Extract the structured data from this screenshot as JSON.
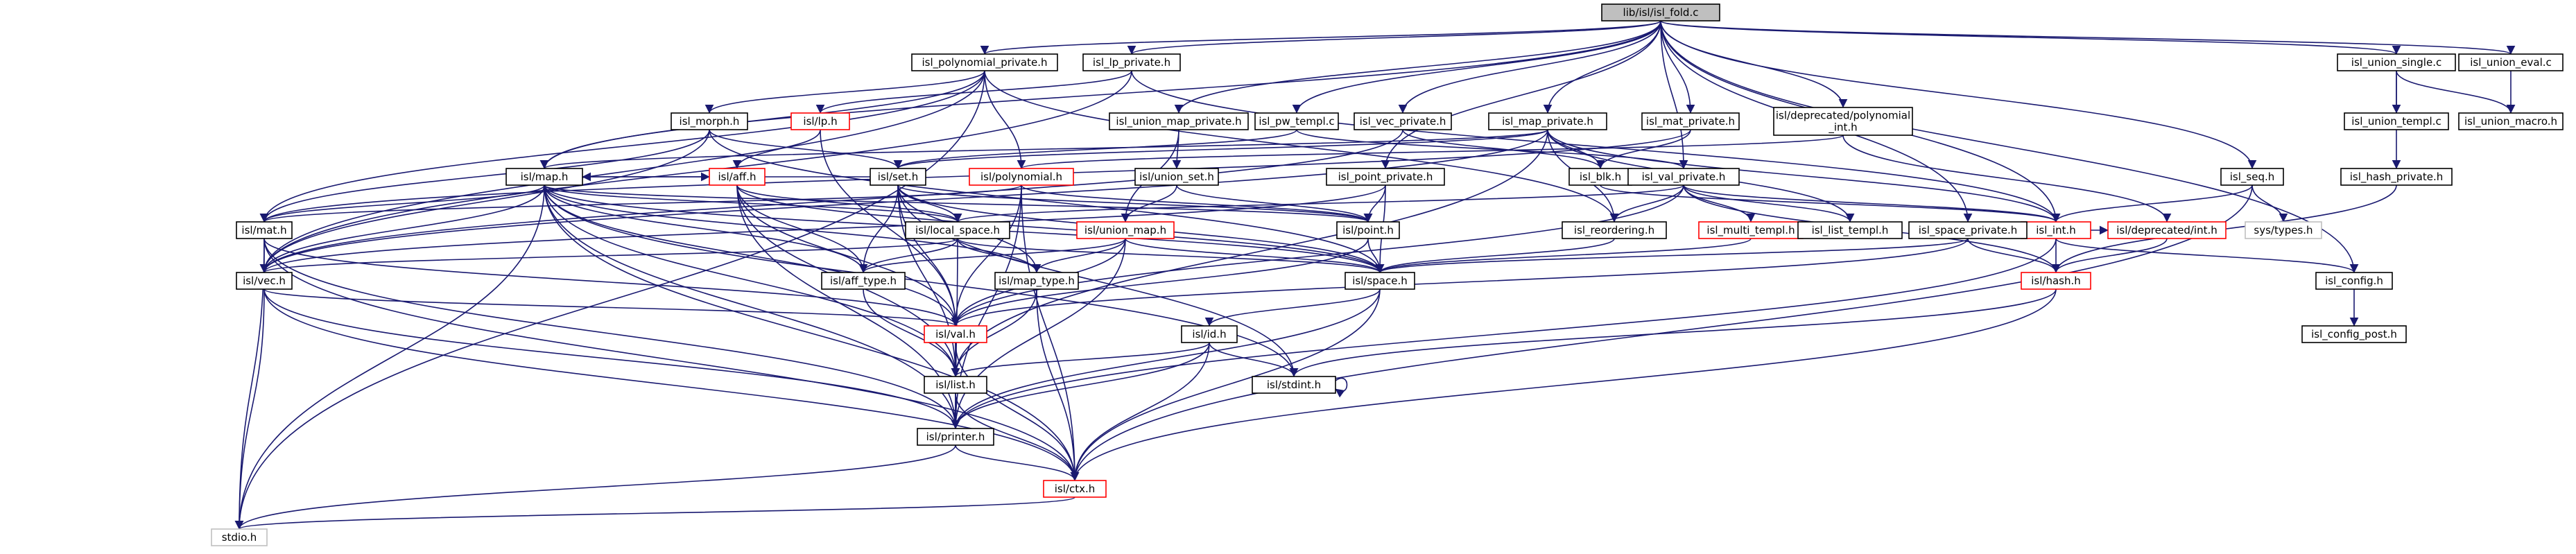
{
  "colors": {
    "edge": "#191970",
    "node_border": "#000000",
    "incomplete_border": "#ff0000",
    "external_border": "#bfbfbf",
    "root_fill": "#bfbfbf",
    "node_fill": "#ffffff"
  },
  "nodes": [
    {
      "id": "root",
      "label": "lib/isl/isl_fold.c",
      "kind": "root"
    },
    {
      "id": "poly_priv",
      "label": "isl_polynomial_private.h",
      "kind": "normal"
    },
    {
      "id": "lp_priv",
      "label": "isl_lp_private.h",
      "kind": "normal"
    },
    {
      "id": "morph",
      "label": "isl_morph.h",
      "kind": "normal"
    },
    {
      "id": "lp",
      "label": "isl/lp.h",
      "kind": "incomplete"
    },
    {
      "id": "umap_priv",
      "label": "isl_union_map_private.h",
      "kind": "normal"
    },
    {
      "id": "pw_templ",
      "label": "isl_pw_templ.c",
      "kind": "normal"
    },
    {
      "id": "vec_priv",
      "label": "isl_vec_private.h",
      "kind": "normal"
    },
    {
      "id": "map_priv",
      "label": "isl_map_private.h",
      "kind": "normal"
    },
    {
      "id": "mat_priv",
      "label": "isl_mat_private.h",
      "kind": "normal"
    },
    {
      "id": "depr_poly",
      "label": "isl/deprecated/polynomial_int.h",
      "kind": "normal",
      "lines": [
        "isl/deprecated/polynomial",
        "_int.h"
      ]
    },
    {
      "id": "union_single",
      "label": "isl_union_single.c",
      "kind": "normal"
    },
    {
      "id": "union_eval",
      "label": "isl_union_eval.c",
      "kind": "normal"
    },
    {
      "id": "map",
      "label": "isl/map.h",
      "kind": "normal"
    },
    {
      "id": "aff",
      "label": "isl/aff.h",
      "kind": "incomplete"
    },
    {
      "id": "set",
      "label": "isl/set.h",
      "kind": "normal"
    },
    {
      "id": "polynomial",
      "label": "isl/polynomial.h",
      "kind": "incomplete"
    },
    {
      "id": "union_set",
      "label": "isl/union_set.h",
      "kind": "normal"
    },
    {
      "id": "point_priv",
      "label": "isl_point_private.h",
      "kind": "normal"
    },
    {
      "id": "blk",
      "label": "isl_blk.h",
      "kind": "normal"
    },
    {
      "id": "val_priv",
      "label": "isl_val_private.h",
      "kind": "normal"
    },
    {
      "id": "union_templ",
      "label": "isl_union_templ.c",
      "kind": "normal"
    },
    {
      "id": "union_macro",
      "label": "isl_union_macro.h",
      "kind": "normal"
    },
    {
      "id": "hash_priv",
      "label": "isl_hash_private.h",
      "kind": "normal"
    },
    {
      "id": "seq",
      "label": "isl_seq.h",
      "kind": "normal"
    },
    {
      "id": "mat",
      "label": "isl/mat.h",
      "kind": "normal"
    },
    {
      "id": "local_space",
      "label": "isl/local_space.h",
      "kind": "normal"
    },
    {
      "id": "union_map",
      "label": "isl/union_map.h",
      "kind": "incomplete"
    },
    {
      "id": "point",
      "label": "isl/point.h",
      "kind": "normal"
    },
    {
      "id": "reordering",
      "label": "isl_reordering.h",
      "kind": "normal"
    },
    {
      "id": "multi_templ",
      "label": "isl_multi_templ.h",
      "kind": "incomplete"
    },
    {
      "id": "list_templ",
      "label": "isl_list_templ.h",
      "kind": "normal"
    },
    {
      "id": "int",
      "label": "isl_int.h",
      "kind": "incomplete"
    },
    {
      "id": "depr_int",
      "label": "isl/deprecated/int.h",
      "kind": "incomplete"
    },
    {
      "id": "sys_types",
      "label": "sys/types.h",
      "kind": "external"
    },
    {
      "id": "space_priv",
      "label": "isl_space_private.h",
      "kind": "normal"
    },
    {
      "id": "vec",
      "label": "isl/vec.h",
      "kind": "normal"
    },
    {
      "id": "aff_type",
      "label": "isl/aff_type.h",
      "kind": "normal"
    },
    {
      "id": "map_type",
      "label": "isl/map_type.h",
      "kind": "normal"
    },
    {
      "id": "space",
      "label": "isl/space.h",
      "kind": "normal"
    },
    {
      "id": "hash",
      "label": "isl/hash.h",
      "kind": "incomplete"
    },
    {
      "id": "config",
      "label": "isl_config.h",
      "kind": "normal"
    },
    {
      "id": "val",
      "label": "isl/val.h",
      "kind": "incomplete"
    },
    {
      "id": "std",
      "label": "isl/id.h",
      "kind": "normal"
    },
    {
      "id": "config_post",
      "label": "isl_config_post.h",
      "kind": "normal"
    },
    {
      "id": "stdint",
      "label": "isl/stdint.h",
      "kind": "normal"
    },
    {
      "id": "list",
      "label": "isl/list.h",
      "kind": "normal"
    },
    {
      "id": "printer",
      "label": "isl/printer.h",
      "kind": "normal"
    },
    {
      "id": "ctx",
      "label": "isl/ctx.h",
      "kind": "incomplete"
    },
    {
      "id": "stdio",
      "label": "stdio.h",
      "kind": "external"
    }
  ],
  "edges": [
    [
      "root",
      "poly_priv"
    ],
    [
      "root",
      "lp_priv"
    ],
    [
      "root",
      "umap_priv"
    ],
    [
      "root",
      "pw_templ"
    ],
    [
      "root",
      "vec_priv"
    ],
    [
      "root",
      "map_priv"
    ],
    [
      "root",
      "mat_priv"
    ],
    [
      "root",
      "depr_poly"
    ],
    [
      "root",
      "union_single"
    ],
    [
      "root",
      "union_eval"
    ],
    [
      "root",
      "seq"
    ],
    [
      "root",
      "space_priv"
    ],
    [
      "root",
      "config"
    ],
    [
      "root",
      "int"
    ],
    [
      "root",
      "val_priv"
    ],
    [
      "root",
      "point_priv"
    ],
    [
      "root",
      "map"
    ],
    [
      "poly_priv",
      "map"
    ],
    [
      "poly_priv",
      "polynomial"
    ],
    [
      "poly_priv",
      "mat"
    ],
    [
      "poly_priv",
      "vec"
    ],
    [
      "poly_priv",
      "morph"
    ],
    [
      "poly_priv",
      "reordering"
    ],
    [
      "poly_priv",
      "stdio"
    ],
    [
      "lp_priv",
      "lp"
    ],
    [
      "lp_priv",
      "int"
    ],
    [
      "lp_priv",
      "vec"
    ],
    [
      "morph",
      "mat"
    ],
    [
      "morph",
      "set"
    ],
    [
      "morph",
      "space"
    ],
    [
      "morph",
      "vec"
    ],
    [
      "lp",
      "aff"
    ],
    [
      "lp",
      "val"
    ],
    [
      "umap_priv",
      "union_map"
    ],
    [
      "umap_priv",
      "union_set"
    ],
    [
      "pw_templ",
      "val_priv"
    ],
    [
      "pw_templ",
      "set"
    ],
    [
      "vec_priv",
      "vec"
    ],
    [
      "vec_priv",
      "blk"
    ],
    [
      "map_priv",
      "set"
    ],
    [
      "map_priv",
      "map"
    ],
    [
      "map_priv",
      "blk"
    ],
    [
      "map_priv",
      "reordering"
    ],
    [
      "map_priv",
      "vec"
    ],
    [
      "map_priv",
      "list"
    ],
    [
      "map_priv",
      "list_templ"
    ],
    [
      "map_priv",
      "int"
    ],
    [
      "mat_priv",
      "mat"
    ],
    [
      "mat_priv",
      "blk"
    ],
    [
      "depr_poly",
      "polynomial"
    ],
    [
      "depr_poly",
      "depr_int"
    ],
    [
      "union_single",
      "union_templ"
    ],
    [
      "union_single",
      "union_macro"
    ],
    [
      "union_single",
      "hash_priv"
    ],
    [
      "union_eval",
      "union_macro"
    ],
    [
      "map",
      "aff"
    ],
    [
      "map",
      "mat"
    ],
    [
      "map",
      "vec"
    ],
    [
      "map",
      "local_space"
    ],
    [
      "map",
      "aff_type"
    ],
    [
      "map",
      "map_type"
    ],
    [
      "map",
      "list"
    ],
    [
      "map",
      "printer"
    ],
    [
      "map",
      "space"
    ],
    [
      "map",
      "stdint"
    ],
    [
      "map",
      "val"
    ],
    [
      "map",
      "ctx"
    ],
    [
      "map",
      "point"
    ],
    [
      "map",
      "stdio"
    ],
    [
      "aff",
      "local_space"
    ],
    [
      "aff",
      "aff_type"
    ],
    [
      "aff",
      "val"
    ],
    [
      "aff",
      "list"
    ],
    [
      "aff",
      "printer"
    ],
    [
      "aff",
      "space"
    ],
    [
      "set",
      "map"
    ],
    [
      "set",
      "local_space"
    ],
    [
      "set",
      "point"
    ],
    [
      "set",
      "aff_type"
    ],
    [
      "set",
      "map_type"
    ],
    [
      "set",
      "list"
    ],
    [
      "set",
      "val"
    ],
    [
      "set",
      "space"
    ],
    [
      "set",
      "stdint"
    ],
    [
      "polynomial",
      "mat"
    ],
    [
      "polynomial",
      "point"
    ],
    [
      "polynomial",
      "printer"
    ],
    [
      "polynomial",
      "ctx"
    ],
    [
      "polynomial",
      "val"
    ],
    [
      "union_set",
      "union_map"
    ],
    [
      "union_set",
      "point"
    ],
    [
      "point_priv",
      "point"
    ],
    [
      "point_priv",
      "space"
    ],
    [
      "point_priv",
      "vec"
    ],
    [
      "blk",
      "int"
    ],
    [
      "val_priv",
      "int"
    ],
    [
      "val_priv",
      "local_space"
    ],
    [
      "val_priv",
      "reordering"
    ],
    [
      "val_priv",
      "multi_templ"
    ],
    [
      "val_priv",
      "list_templ"
    ],
    [
      "val_priv",
      "val"
    ],
    [
      "val_priv",
      "hash"
    ],
    [
      "hash_priv",
      "hash"
    ],
    [
      "seq",
      "int"
    ],
    [
      "seq",
      "sys_types"
    ],
    [
      "seq",
      "ctx"
    ],
    [
      "mat",
      "vec"
    ],
    [
      "mat",
      "val"
    ],
    [
      "mat",
      "printer"
    ],
    [
      "mat",
      "ctx"
    ],
    [
      "mat",
      "stdio"
    ],
    [
      "local_space",
      "aff_type"
    ],
    [
      "local_space",
      "space"
    ],
    [
      "local_space",
      "printer"
    ],
    [
      "local_space",
      "vec"
    ],
    [
      "local_space",
      "map_type"
    ],
    [
      "union_map",
      "map_type"
    ],
    [
      "union_map",
      "aff_type"
    ],
    [
      "union_map",
      "space"
    ],
    [
      "union_map",
      "printer"
    ],
    [
      "union_map",
      "val"
    ],
    [
      "point",
      "space"
    ],
    [
      "point",
      "val"
    ],
    [
      "reordering",
      "space"
    ],
    [
      "multi_templ",
      "space"
    ],
    [
      "int",
      "hash"
    ],
    [
      "int",
      "depr_int"
    ],
    [
      "int",
      "config"
    ],
    [
      "int",
      "printer"
    ],
    [
      "depr_int",
      "hash"
    ],
    [
      "space_priv",
      "space"
    ],
    [
      "space_priv",
      "hash"
    ],
    [
      "space_priv",
      "val"
    ],
    [
      "vec",
      "val"
    ],
    [
      "vec",
      "printer"
    ],
    [
      "vec",
      "ctx"
    ],
    [
      "vec",
      "stdio"
    ],
    [
      "aff_type",
      "list"
    ],
    [
      "map_type",
      "list"
    ],
    [
      "map_type",
      "ctx"
    ],
    [
      "space",
      "std"
    ],
    [
      "space",
      "printer"
    ],
    [
      "space",
      "ctx"
    ],
    [
      "hash",
      "stdint"
    ],
    [
      "hash",
      "ctx"
    ],
    [
      "config",
      "config_post"
    ],
    [
      "val",
      "list"
    ],
    [
      "val",
      "printer"
    ],
    [
      "val",
      "ctx"
    ],
    [
      "std",
      "list"
    ],
    [
      "std",
      "printer"
    ],
    [
      "std",
      "stdint"
    ],
    [
      "std",
      "ctx"
    ],
    [
      "stdint",
      "stdint"
    ],
    [
      "list",
      "printer"
    ],
    [
      "list",
      "ctx"
    ],
    [
      "printer",
      "ctx"
    ],
    [
      "printer",
      "stdio"
    ],
    [
      "ctx",
      "stdio"
    ]
  ]
}
